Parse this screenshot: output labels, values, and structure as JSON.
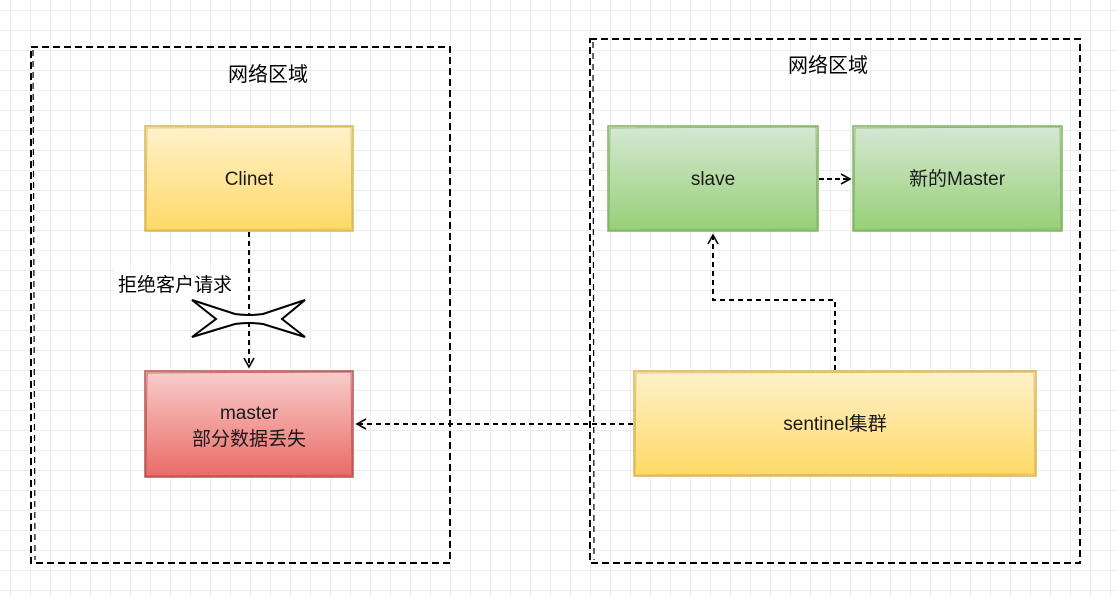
{
  "regions": [
    {
      "label": "网络区域"
    },
    {
      "label": "网络区域"
    }
  ],
  "nodes": {
    "client": {
      "label": "Clinet"
    },
    "master": {
      "line1": "master",
      "line2": "部分数据丢失"
    },
    "slave": {
      "label": "slave"
    },
    "new_master": {
      "label": "新的Master"
    },
    "sentinel": {
      "label": "sentinel集群"
    }
  },
  "edges": {
    "client_master": {
      "label": "拒绝客户请求"
    }
  },
  "colors": {
    "yellow_top": "#fff2cc",
    "yellow_bottom": "#ffd966",
    "yellow_stroke": "#d6b656",
    "green_top": "#d5e8d4",
    "green_bottom": "#97d077",
    "green_stroke": "#82b366",
    "red_top": "#f8cecc",
    "red_bottom": "#ea6b66",
    "red_stroke": "#b85450"
  }
}
